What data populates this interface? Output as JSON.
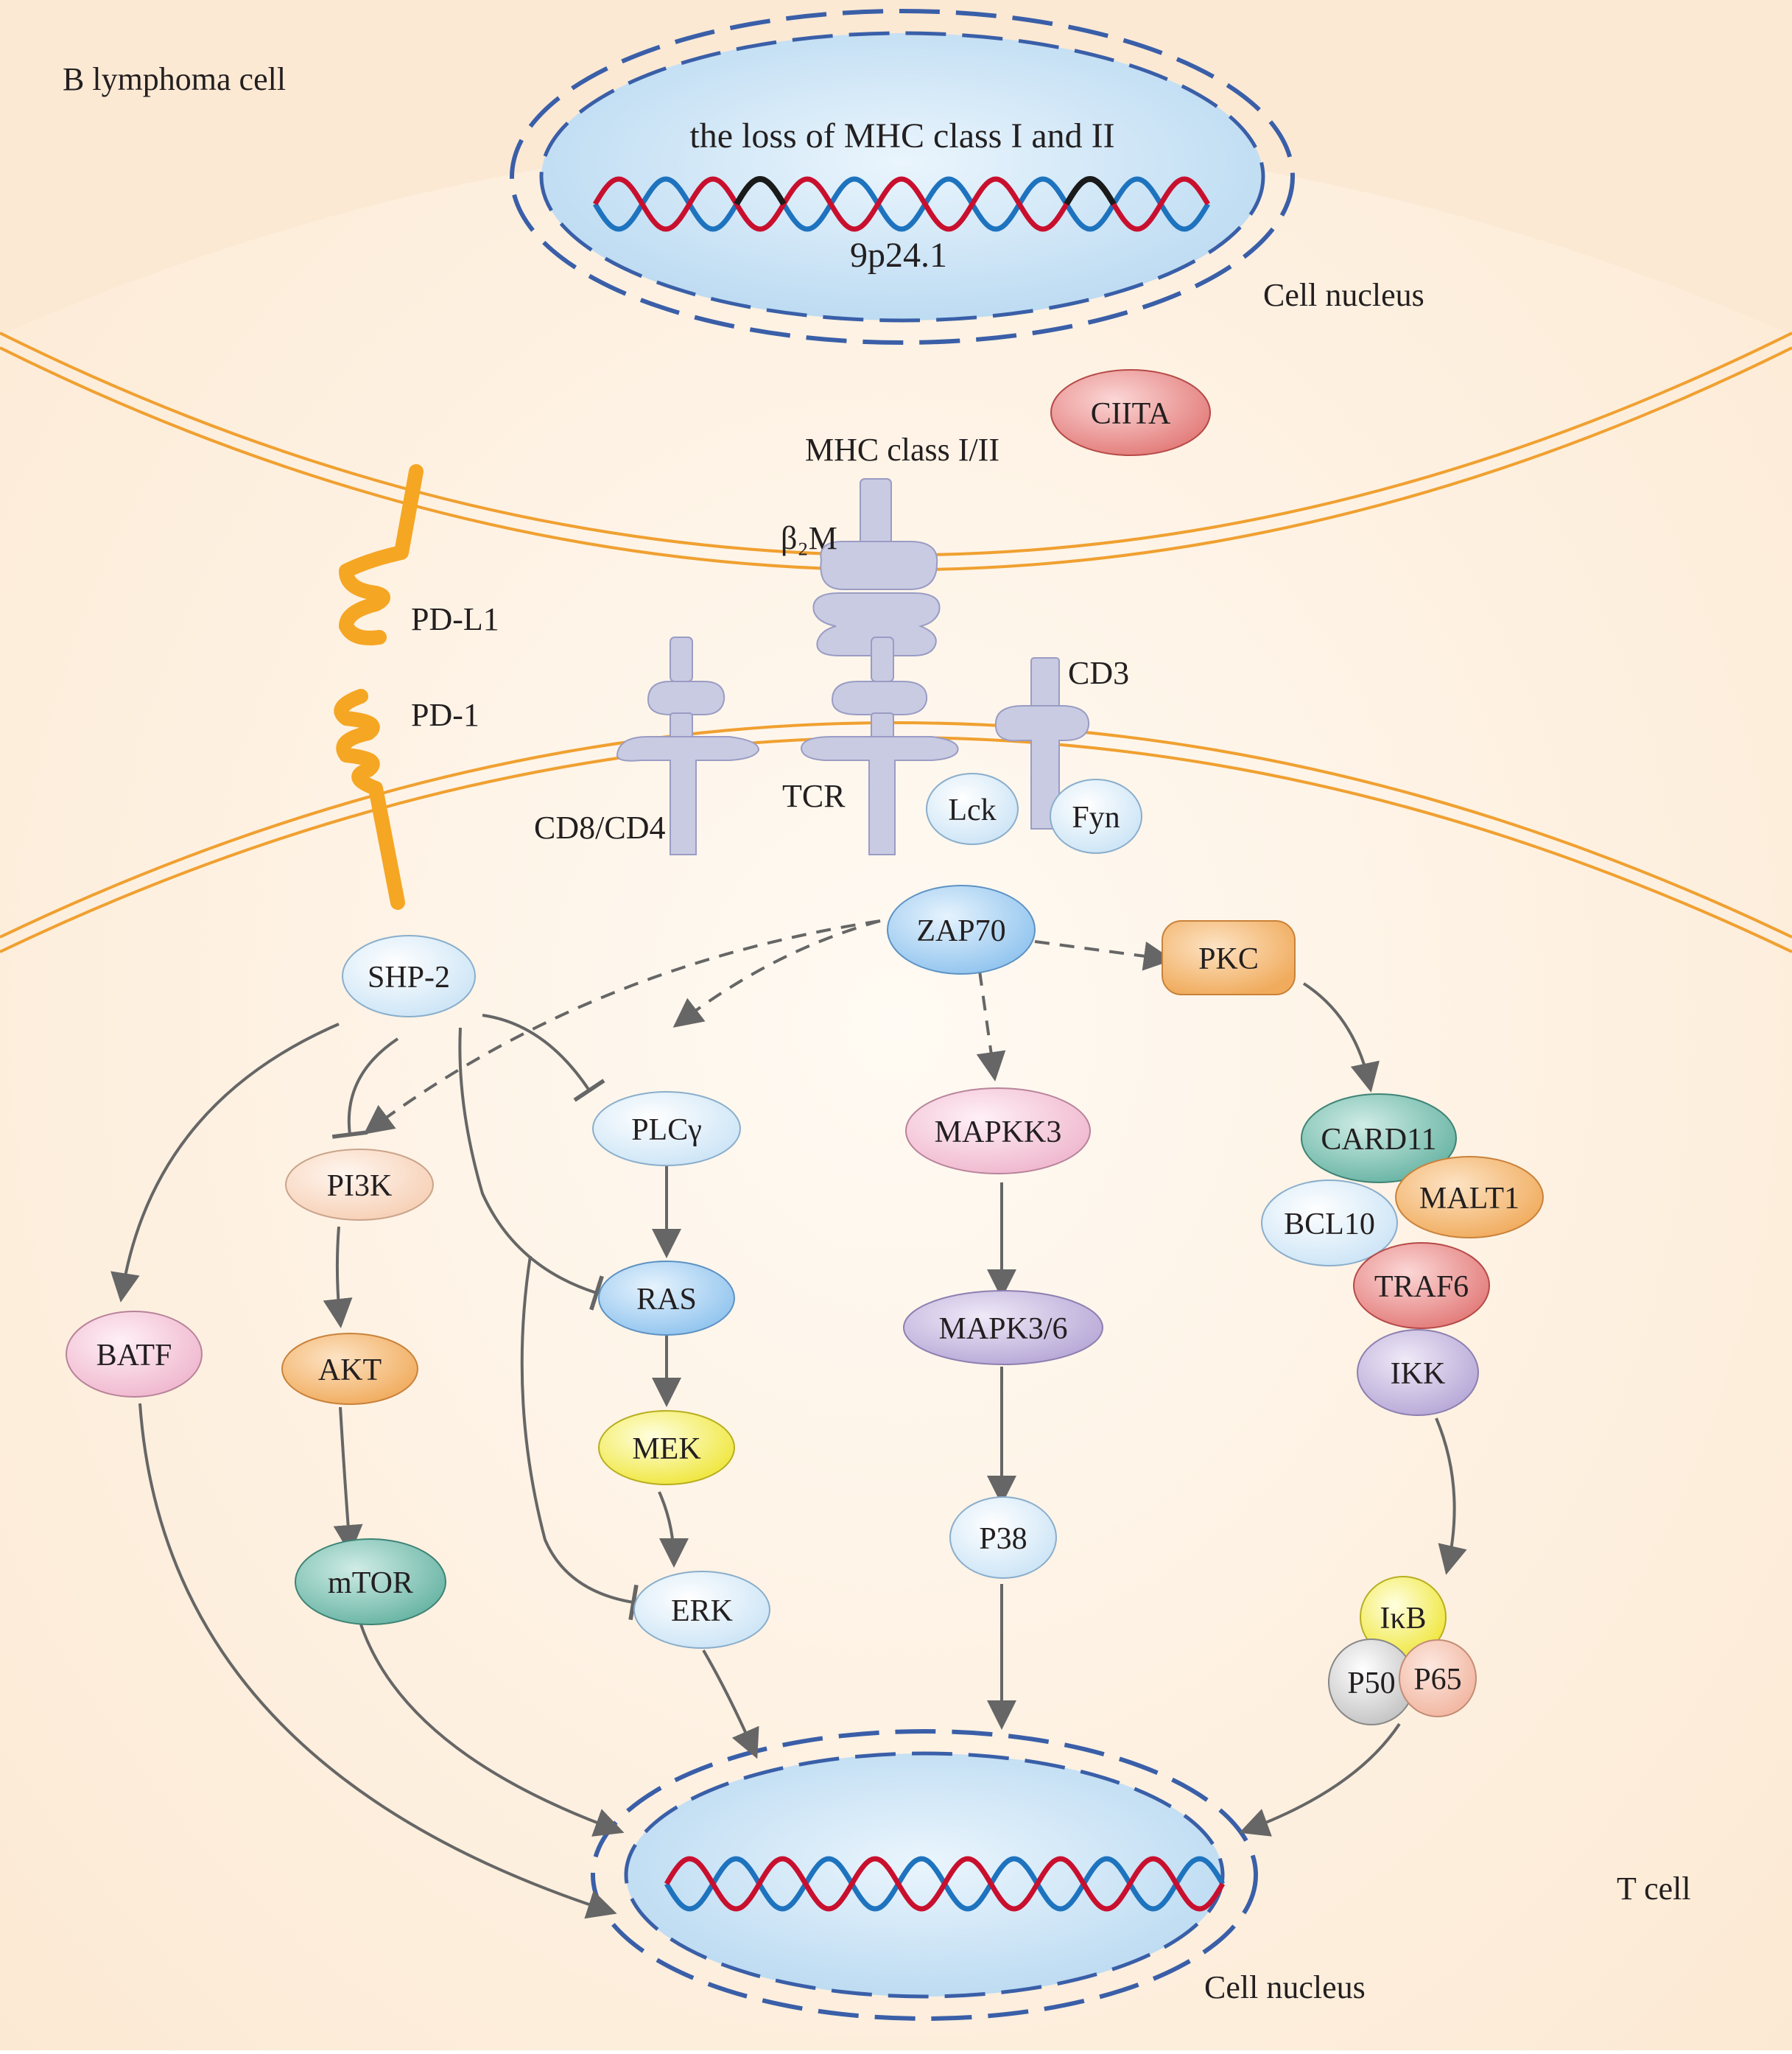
{
  "b_cell_label": "B lymphoma cell",
  "t_cell_label": "T cell",
  "top_nucleus": {
    "title": "the loss of MHC class I and II",
    "locus": "9p24.1",
    "label": "Cell nucleus"
  },
  "bottom_nucleus": {
    "label": "Cell nucleus"
  },
  "receptors": {
    "pdl1": "PD-L1",
    "pd1": "PD-1",
    "mhc": "MHC class I/II",
    "b2m": "β₂M",
    "cd3": "CD3",
    "tcr": "TCR",
    "cd8cd4": "CD8/CD4"
  },
  "nodes": {
    "ciita": "CIITA",
    "lck": "Lck",
    "fyn": "Fyn",
    "zap70": "ZAP70",
    "shp2": "SHP-2",
    "pkc": "PKC",
    "plcg": "PLCγ",
    "pi3k": "PI3K",
    "mapkk3": "MAPKK3",
    "card11": "CARD11",
    "malt1": "MALT1",
    "bcl10": "BCL10",
    "traf6": "TRAF6",
    "ikk": "IKK",
    "ras": "RAS",
    "batf": "BATF",
    "akt": "AKT",
    "mapk36": "MAPK3/6",
    "mek": "MEK",
    "mtor": "mTOR",
    "erk": "ERK",
    "p38": "P38",
    "ikb": "IκB",
    "p50": "P50",
    "p65": "P65"
  },
  "colors": {
    "cell_bg": "#fdeedd",
    "membrane": "#f0a030",
    "nucleus_fill": "#c8e2f5",
    "nucleus_dash": "#3a5fa8",
    "dna_red": "#c8102e",
    "dna_blue": "#1e73be",
    "dna_black": "#1a1a1a",
    "receptor": "#c9cbe3",
    "pd_ligand": "#f5a623",
    "arrow": "#666666"
  }
}
